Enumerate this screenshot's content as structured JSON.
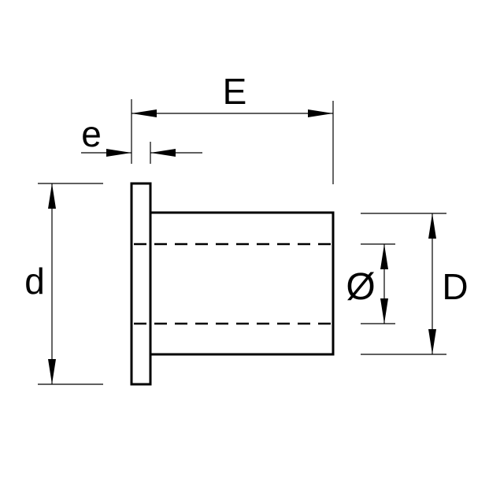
{
  "diagram": {
    "labels": {
      "overall_length": "E",
      "flange_thickness": "e",
      "flange_diameter": "d",
      "outer_diameter": "D",
      "bore_diameter": "Ø"
    },
    "colors": {
      "line": "#000000",
      "background": "#ffffff"
    }
  }
}
